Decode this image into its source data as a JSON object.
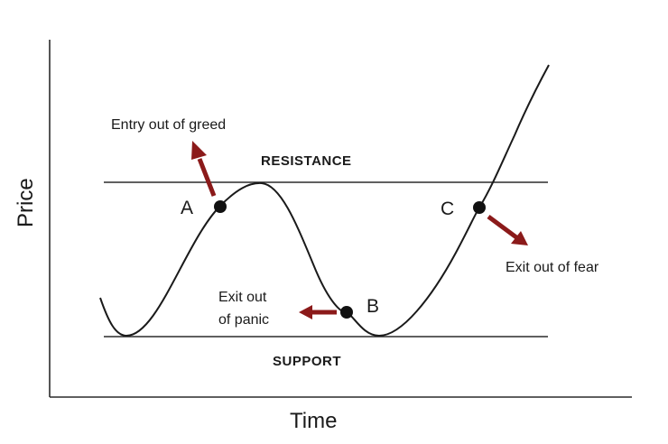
{
  "axes": {
    "y_label": "Price",
    "x_label": "Time"
  },
  "levels": {
    "resistance": "RESISTANCE",
    "support": "SUPPORT"
  },
  "points": {
    "a": {
      "label": "A",
      "note": "Entry out of greed"
    },
    "b": {
      "label": "B",
      "note_line1": "Exit out",
      "note_line2": "of panic"
    },
    "c": {
      "label": "C",
      "note": "Exit out of fear"
    }
  },
  "colors": {
    "arrow": "#8b1a1a",
    "curve": "#1a1a1a",
    "background": "#ffffff"
  }
}
